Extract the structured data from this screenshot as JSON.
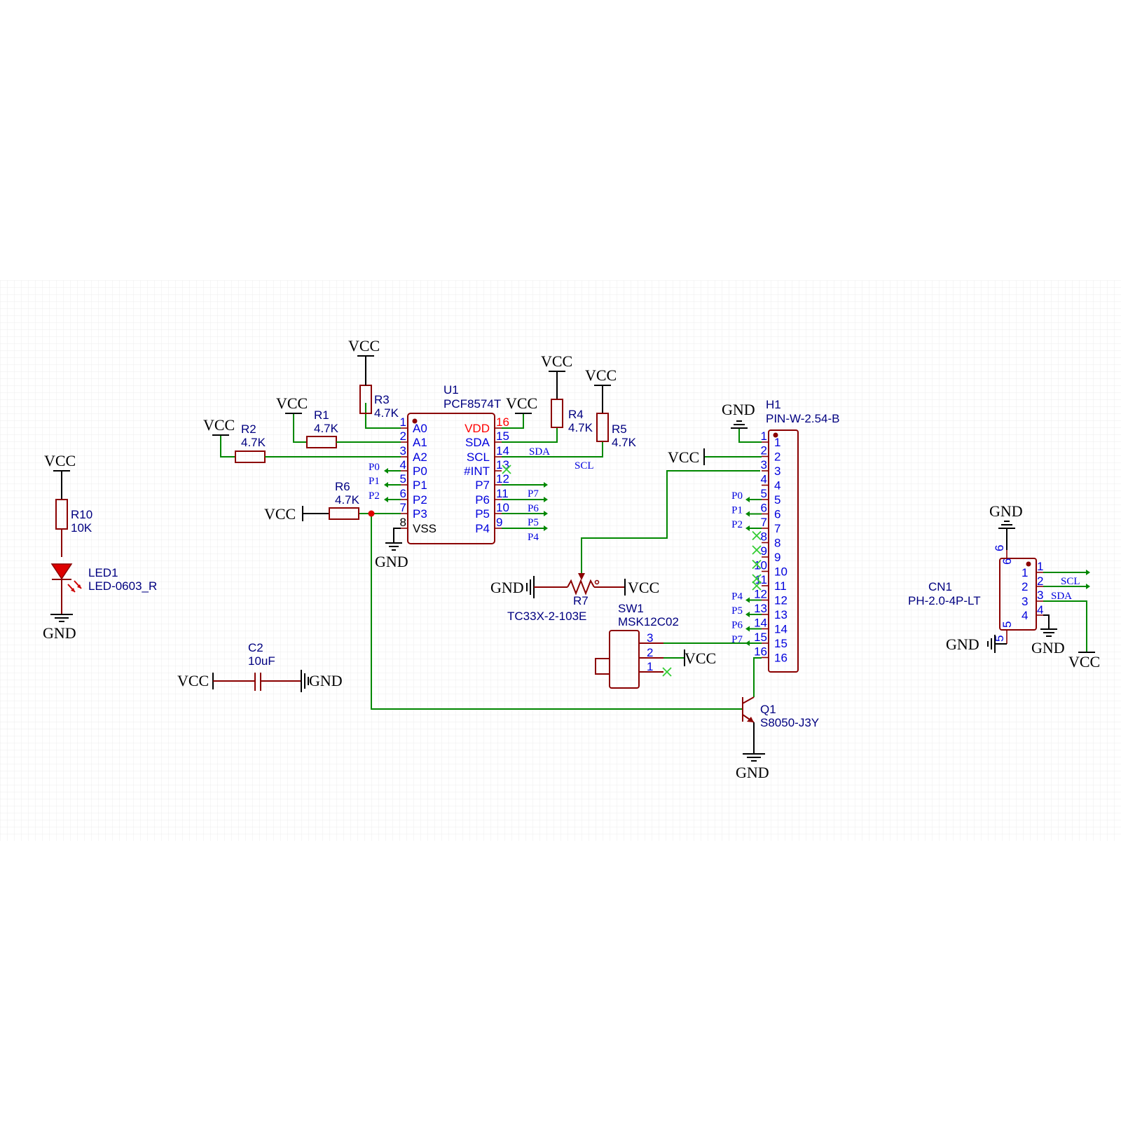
{
  "colors": {
    "wire": "#008800",
    "body": "#8b0000",
    "pin_number": "#0000dd",
    "designator": "#000080",
    "no_connect": "#33cc33",
    "power_pin": "#ff0000",
    "grid": "#e6e6e6"
  },
  "power": {
    "vcc": "VCC",
    "gnd": "GND"
  },
  "u1": {
    "ref": "U1",
    "part": "PCF8574T",
    "left_pins": [
      {
        "num": "1",
        "name": "A0"
      },
      {
        "num": "2",
        "name": "A1"
      },
      {
        "num": "3",
        "name": "A2"
      },
      {
        "num": "4",
        "name": "P0"
      },
      {
        "num": "5",
        "name": "P1"
      },
      {
        "num": "6",
        "name": "P2"
      },
      {
        "num": "7",
        "name": "P3"
      },
      {
        "num": "8",
        "name": "VSS"
      }
    ],
    "right_pins": [
      {
        "num": "16",
        "name": "VDD"
      },
      {
        "num": "15",
        "name": "SDA"
      },
      {
        "num": "14",
        "name": "SCL"
      },
      {
        "num": "13",
        "name": "#INT"
      },
      {
        "num": "12",
        "name": "P7"
      },
      {
        "num": "11",
        "name": "P6"
      },
      {
        "num": "10",
        "name": "P5"
      },
      {
        "num": "9",
        "name": "P4"
      }
    ],
    "left_net_labels": [
      "P0",
      "P1",
      "P2"
    ],
    "right_net_labels": [
      "P7",
      "P6",
      "P5",
      "P4"
    ]
  },
  "resistors": {
    "r1": {
      "ref": "R1",
      "value": "4.7K"
    },
    "r2": {
      "ref": "R2",
      "value": "4.7K"
    },
    "r3": {
      "ref": "R3",
      "value": "4.7K"
    },
    "r4": {
      "ref": "R4",
      "value": "4.7K"
    },
    "r5": {
      "ref": "R5",
      "value": "4.7K"
    },
    "r6": {
      "ref": "R6",
      "value": "4.7K"
    },
    "r10": {
      "ref": "R10",
      "value": "10K"
    }
  },
  "bus_labels": {
    "sda": "SDA",
    "scl": "SCL"
  },
  "led1": {
    "ref": "LED1",
    "part": "LED-0603_R"
  },
  "c2": {
    "ref": "C2",
    "value": "10uF"
  },
  "r7": {
    "ref": "R7",
    "part": "TC33X-2-103E"
  },
  "sw1": {
    "ref": "SW1",
    "part": "MSK12C02",
    "pins": [
      "3",
      "2",
      "1"
    ]
  },
  "q1": {
    "ref": "Q1",
    "part": "S8050-J3Y"
  },
  "h1": {
    "ref": "H1",
    "part": "PIN-W-2.54-B",
    "pins": [
      "1",
      "2",
      "3",
      "4",
      "5",
      "6",
      "7",
      "8",
      "9",
      "10",
      "11",
      "12",
      "13",
      "14",
      "15",
      "16"
    ],
    "net_labels": [
      "P0",
      "P1",
      "P2",
      "P4",
      "P5",
      "P6",
      "P7"
    ]
  },
  "cn1": {
    "ref": "CN1",
    "part": "PH-2.0-4P-LT",
    "pins": [
      "1",
      "2",
      "3",
      "4",
      "5",
      "6"
    ],
    "net_labels": [
      "SCL",
      "SDA"
    ]
  }
}
